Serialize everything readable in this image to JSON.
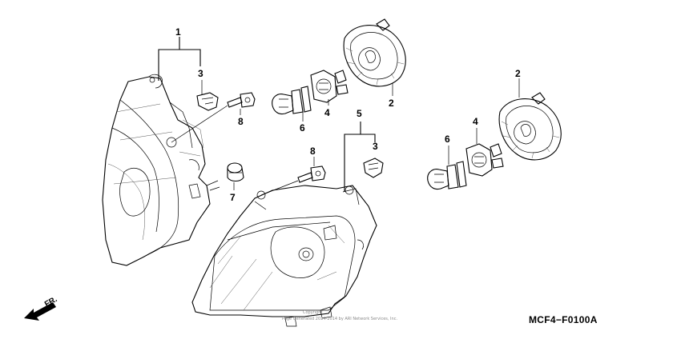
{
  "diagram": {
    "part_labels": {
      "headlight_left": "1",
      "headlight_right": "5",
      "dust_cover_upper": "2",
      "dust_cover_right": "2",
      "clip_left": "3",
      "clip_right": "3",
      "socket_upper": "4",
      "socket_right": "4",
      "bulb_upper": "6",
      "bulb_right": "6",
      "grommet": "7",
      "screw_left": "8",
      "screw_center": "8"
    },
    "direction_label": "FR.",
    "diagram_code": "MCF4−F0100A",
    "copyright_line1": "Copyright",
    "copyright_line2": "Page Generated 2014-2014 by ARI Network Services, Inc."
  }
}
